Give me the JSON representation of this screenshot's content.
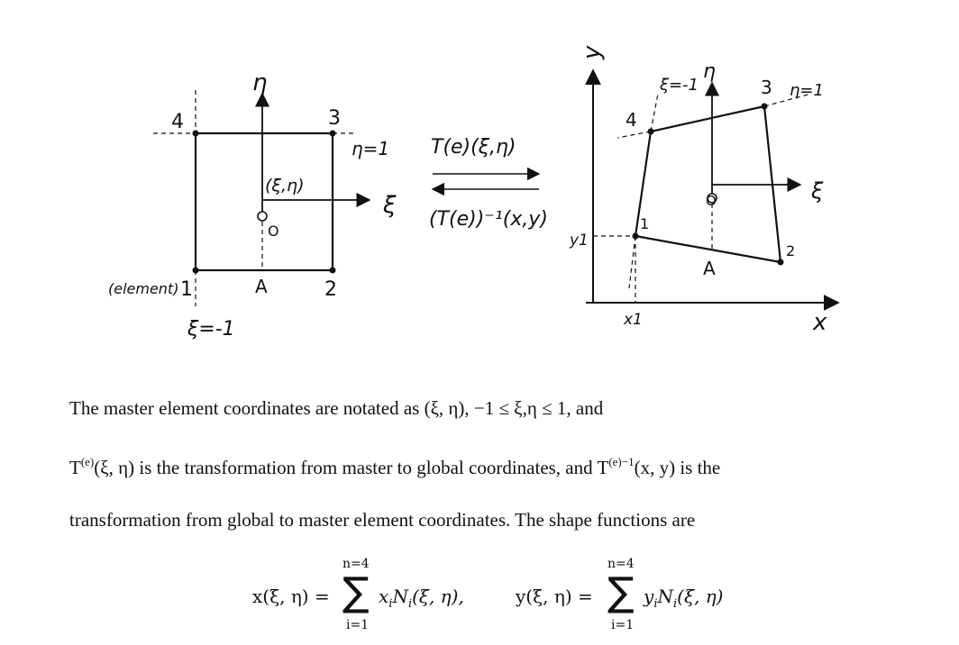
{
  "master": {
    "eta_axis": "η",
    "xi_axis": "ξ",
    "node1": "1",
    "node2": "2",
    "node3": "3",
    "node4": "4",
    "origin": "O",
    "point_a": "A",
    "coord_label": "(ξ,η)",
    "eta_line": "η=1",
    "xi_line": "ξ=-1",
    "element_label": "(element)"
  },
  "mapping": {
    "forward": "T(e)(ξ,η)",
    "inverse": "(T(e))⁻¹(x,y)"
  },
  "global": {
    "x_axis": "x",
    "y_axis": "y",
    "node1": "1",
    "node2": "2",
    "node3": "3",
    "node4": "4",
    "origin": "O",
    "point_a": "A",
    "eta_axis": "η",
    "xi_axis": "ξ",
    "eta_line": "η=1",
    "xi_line": "ξ=-1",
    "x1": "x1",
    "y1": "y1"
  },
  "text": {
    "line1": "The master element coordinates are notated as (ξ, η), −1 ≤ ξ,η ≤ 1, and",
    "line2_a": "T",
    "line2_sup1": "(e)",
    "line2_b": "(ξ, η) is the transformation from master to global coordinates, and T",
    "line2_sup2": "(e)−1",
    "line2_c": "(x, y) is the",
    "line3": "transformation from global to master element coordinates. The shape functions are"
  },
  "equations": {
    "x_lhs": "x(ξ, η) =",
    "y_lhs": "y(ξ, η) =",
    "sigma": "∑",
    "upper": "n=4",
    "lower": "i=1",
    "x_term": "x",
    "y_term": "y",
    "sub_i": "i",
    "N": "N",
    "args": "(ξ, η)",
    "comma": ","
  }
}
